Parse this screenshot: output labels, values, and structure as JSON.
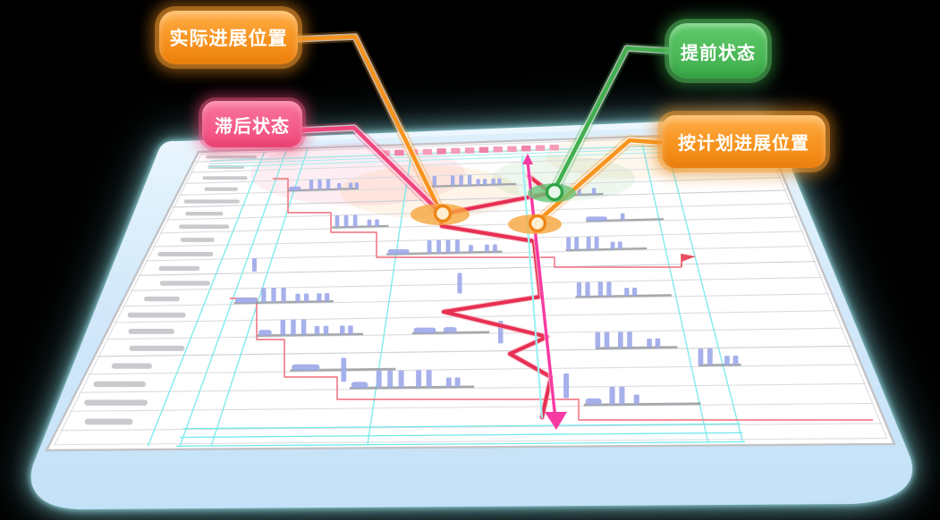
{
  "illustration": {
    "background": "#000000"
  },
  "callouts": [
    {
      "id": "actual-progress-position",
      "text": "实际进展位置",
      "color": "#f7941e"
    },
    {
      "id": "lag-status",
      "text": "滞后状态",
      "color": "#f2477e"
    },
    {
      "id": "ahead-status",
      "text": "提前状态",
      "color": "#43b04f"
    },
    {
      "id": "planned-progress-position",
      "text": "按计划进展位置",
      "color": "#f7941e"
    }
  ],
  "markers": [
    {
      "id": "actual-progress-marker-lagging",
      "color": "#ee8414"
    },
    {
      "id": "ahead-status-marker",
      "color": "#2ea344"
    },
    {
      "id": "planned-progress-marker",
      "color": "#ee8414"
    }
  ],
  "palette": {
    "platform_blue": "#cfe6fa",
    "sheet_white": "#ffffff",
    "grid_cyan": "#74e9ea",
    "bar_blue": "#9ea9e9",
    "baseline_gray": "#8f9398",
    "row_line": "#dbdcde",
    "label_bar_gray": "#c9cacd",
    "step_line_red": "#f2808d",
    "frontline_crimson": "#e73053",
    "status_line_magenta": "#f63aa2",
    "timescale_dash_pink": "#f49cb9",
    "flag_red": "#e84f60"
  }
}
